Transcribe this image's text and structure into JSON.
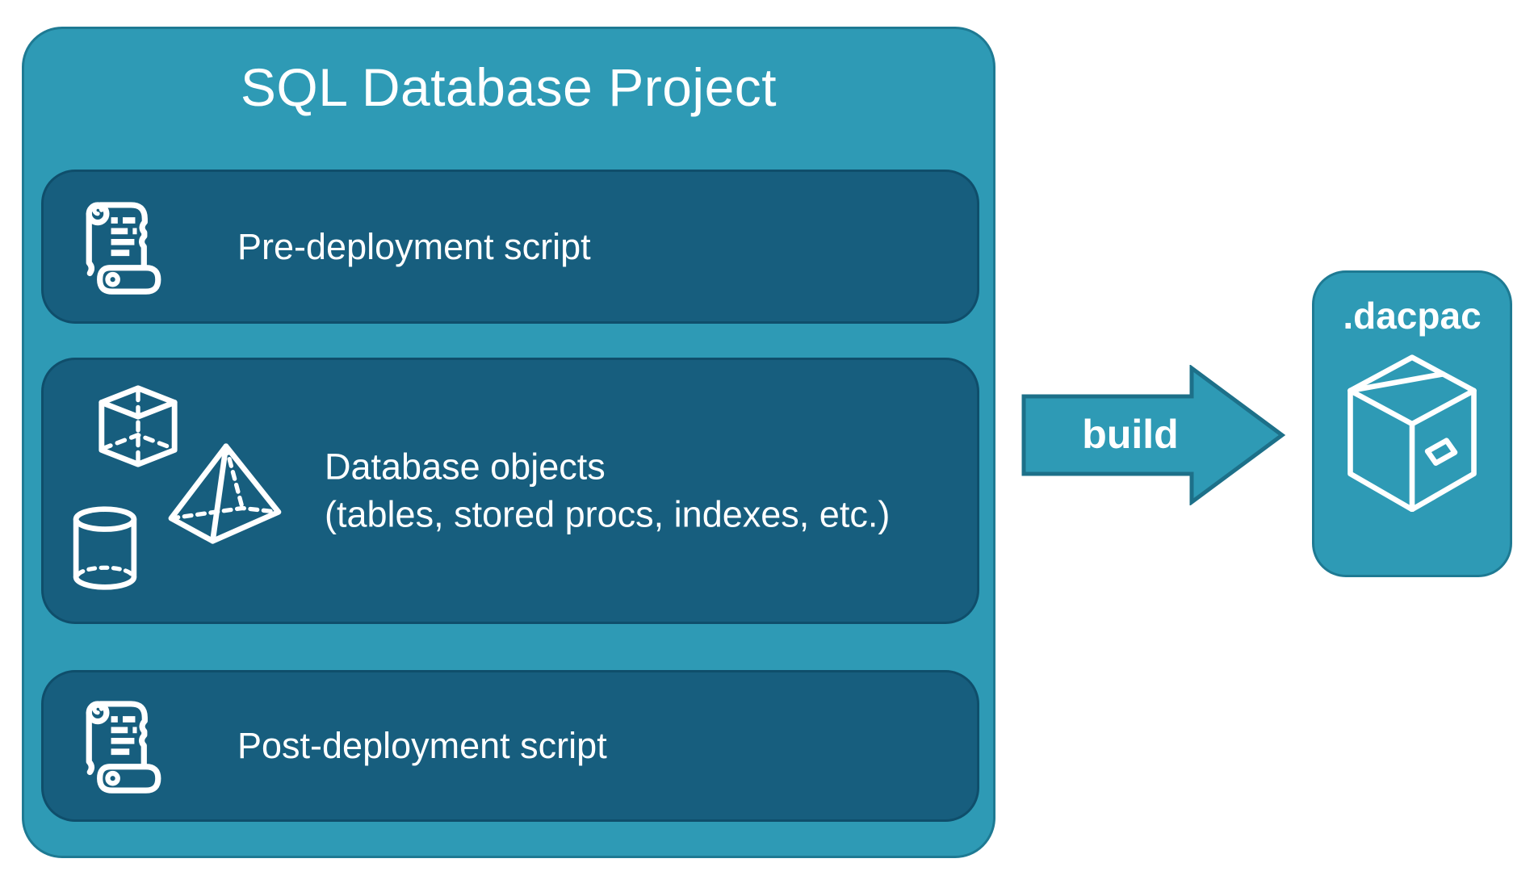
{
  "project": {
    "title": "SQL Database Project",
    "rows": [
      {
        "id": "pre-deployment",
        "label": "Pre-deployment script",
        "icon": "scroll-icon"
      },
      {
        "id": "database-objects",
        "label": "Database objects",
        "sublabel": "(tables, stored procs, indexes, etc.)",
        "icons": [
          "cube-icon",
          "pyramid-icon",
          "cylinder-icon"
        ]
      },
      {
        "id": "post-deployment",
        "label": "Post-deployment script",
        "icon": "scroll-icon"
      }
    ]
  },
  "build_arrow": {
    "label": "build",
    "direction": "right"
  },
  "dacpac": {
    "label": ".dacpac",
    "icon": "package-box-icon"
  },
  "colors": {
    "background": "#FFFFFF",
    "container_fill": "#2E9AB5",
    "container_border": "#1E7A93",
    "panel_fill": "#175E7E",
    "panel_border": "#0F4E6B",
    "text": "#FFFFFF"
  }
}
